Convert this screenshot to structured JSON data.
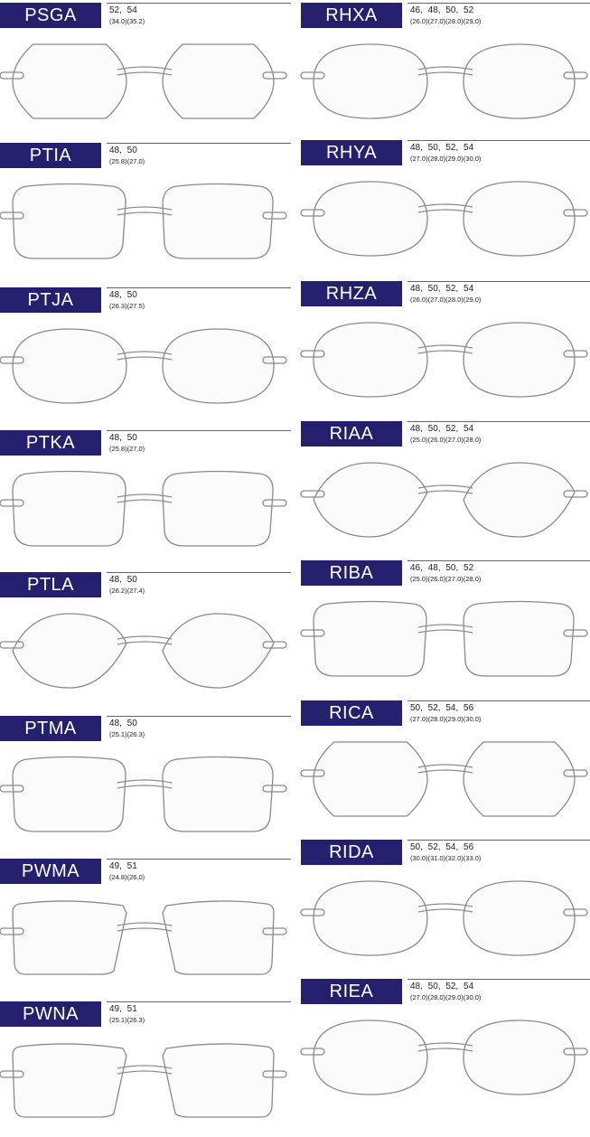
{
  "left_column": [
    {
      "code": "PSGA",
      "sizes": "52, 54",
      "bridges": "(34.0)(35.2)",
      "shape": "octagon"
    },
    {
      "code": "PTIA",
      "sizes": "48, 50",
      "bridges": "(25.8)(27.0)",
      "shape": "rect"
    },
    {
      "code": "PTJA",
      "sizes": "48, 50",
      "bridges": "(26.3)(27.5)",
      "shape": "oval"
    },
    {
      "code": "PTKA",
      "sizes": "48, 50",
      "bridges": "(25.8)(27.0)",
      "shape": "rect"
    },
    {
      "code": "PTLA",
      "sizes": "48, 50",
      "bridges": "(26.2)(27.4)",
      "shape": "almond"
    },
    {
      "code": "PTMA",
      "sizes": "48, 50",
      "bridges": "(25.1)(26.3)",
      "shape": "rect"
    },
    {
      "code": "PWMA",
      "sizes": "49, 51",
      "bridges": "(24.8)(26.0)",
      "shape": "trapezoid"
    },
    {
      "code": "PWNA",
      "sizes": "49, 51",
      "bridges": "(25.1)(26.3)",
      "shape": "trapezoid"
    }
  ],
  "right_column": [
    {
      "code": "RHXA",
      "sizes": "46, 48, 50, 52",
      "bridges": "(26.0)(27.0)(28.0)(29.0)",
      "shape": "oval"
    },
    {
      "code": "RHYA",
      "sizes": "48, 50, 52, 54",
      "bridges": "(27.0)(28.0)(29.0)(30.0)",
      "shape": "oval"
    },
    {
      "code": "RHZA",
      "sizes": "48, 50, 52, 54",
      "bridges": "(26.0)(27.0)(28.0)(29.0)",
      "shape": "oval"
    },
    {
      "code": "RIAA",
      "sizes": "48, 50, 52, 54",
      "bridges": "(25.0)(26.0)(27.0)(28.0)",
      "shape": "almond"
    },
    {
      "code": "RIBA",
      "sizes": "46, 48, 50, 52",
      "bridges": "(25.0)(26.0)(27.0)(28.0)",
      "shape": "rect"
    },
    {
      "code": "RICA",
      "sizes": "50, 52, 54, 56",
      "bridges": "(27.0)(28.0)(29.0)(30.0)",
      "shape": "octagon"
    },
    {
      "code": "RIDA",
      "sizes": "50, 52, 54, 56",
      "bridges": "(30.0)(31.0)(32.0)(33.0)",
      "shape": "oval"
    },
    {
      "code": "RIEA",
      "sizes": "48, 50, 52, 54",
      "bridges": "(27.0)(28.0)(29.0)(30.0)",
      "shape": "oval"
    }
  ]
}
